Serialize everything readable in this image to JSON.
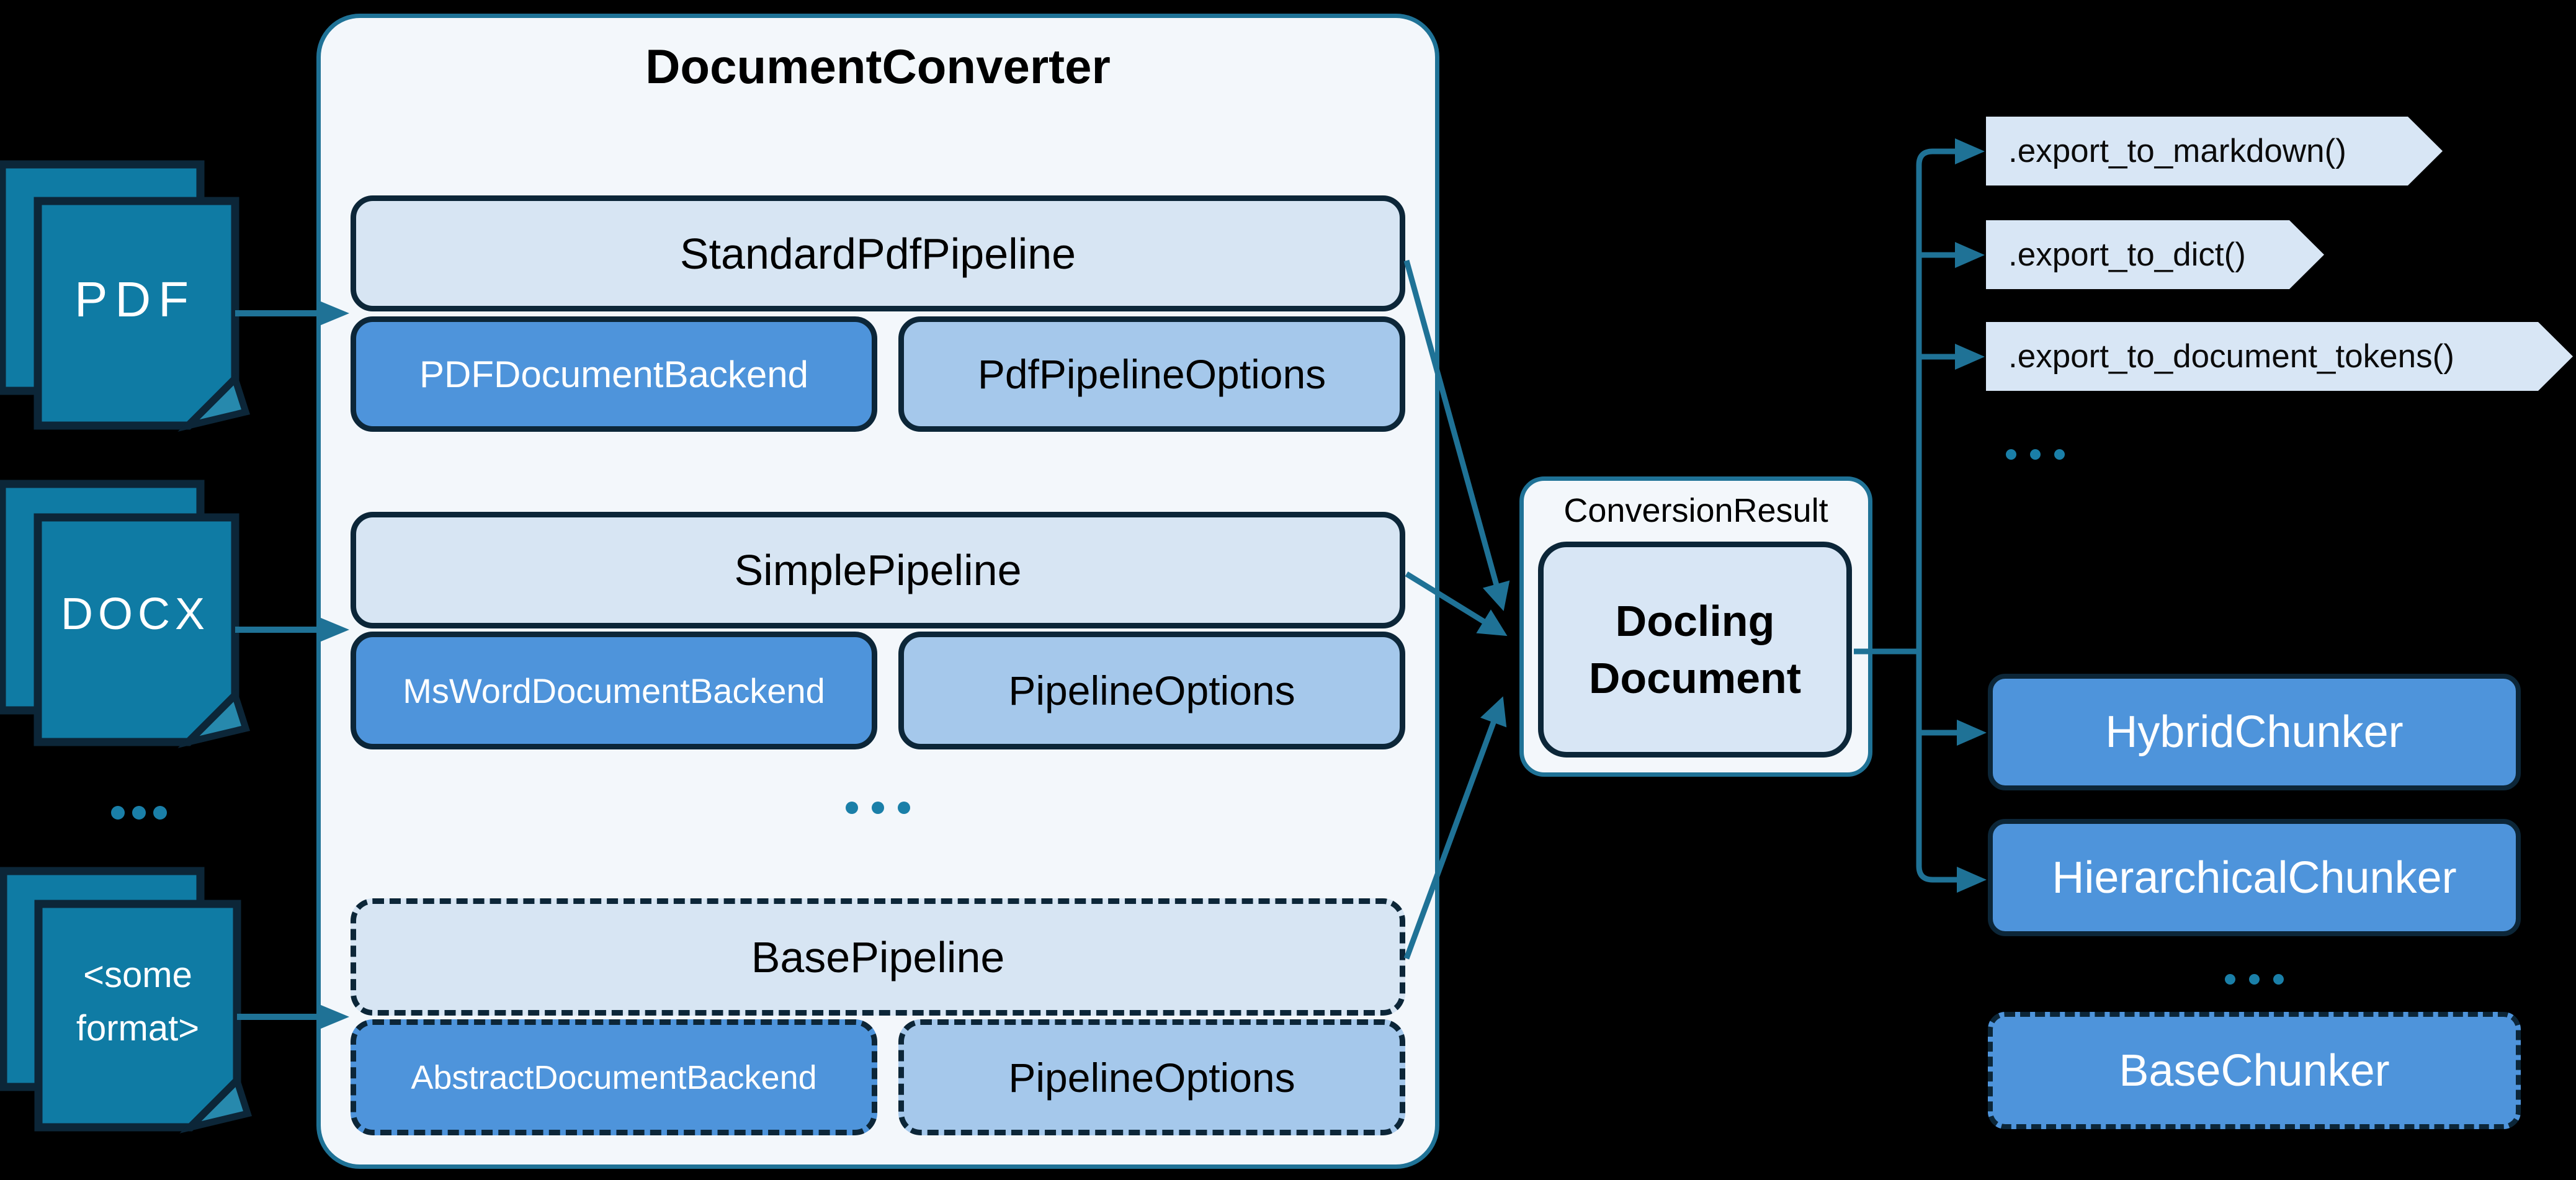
{
  "colors": {
    "background": "#000000",
    "teal_line": "#1F7296",
    "doc_fill": "#0F7BA4",
    "dark_border": "#0C2638",
    "light_box": "#D7E5F3",
    "mid_blue_box": "#4E94DB",
    "options_box": "#A5C8EB",
    "container_fill": "#F3F7FB",
    "dots": "#1A7FA8"
  },
  "inputs": {
    "docs": [
      {
        "label": "PDF"
      },
      {
        "label": "DOCX"
      },
      {
        "label_line1": "<some",
        "label_line2": "format>"
      }
    ],
    "ellipsis": "..."
  },
  "converter": {
    "title": "DocumentConverter",
    "pipelines": [
      {
        "name": "StandardPdfPipeline",
        "backend": "PDFDocumentBackend",
        "options": "PdfPipelineOptions",
        "dashed": false
      },
      {
        "name": "SimplePipeline",
        "backend": "MsWordDocumentBackend",
        "options": "PipelineOptions",
        "dashed": false
      },
      {
        "name": "BasePipeline",
        "backend": "AbstractDocumentBackend",
        "options": "PipelineOptions",
        "dashed": true
      }
    ],
    "ellipsis": "..."
  },
  "result": {
    "label": "ConversionResult",
    "doc_line1": "Docling",
    "doc_line2": "Document"
  },
  "exports": {
    "methods": [
      ".export_to_markdown()",
      ".export_to_dict()",
      ".export_to_document_tokens()"
    ],
    "ellipsis": "..."
  },
  "chunkers": {
    "items": [
      {
        "label": "HybridChunker",
        "dashed": false
      },
      {
        "label": "HierarchicalChunker",
        "dashed": false
      },
      {
        "label": "BaseChunker",
        "dashed": true
      }
    ],
    "ellipsis": "..."
  }
}
